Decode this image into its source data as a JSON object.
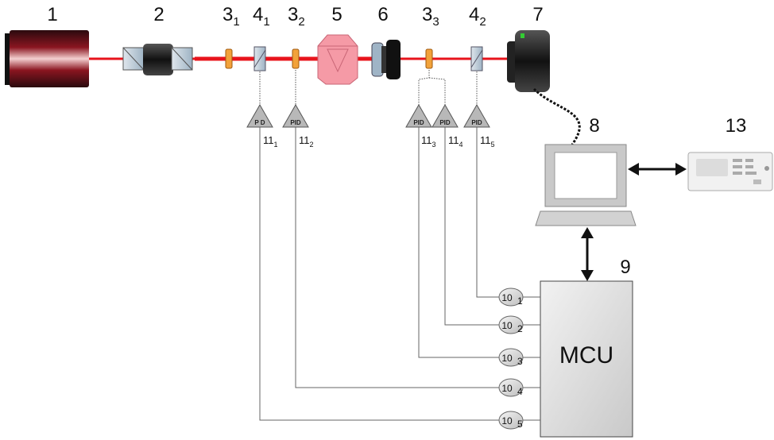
{
  "labels": {
    "laser": "1",
    "isolator": "2",
    "waveplate1_main": "3",
    "waveplate1_sub": "1",
    "polarizer1_main": "4",
    "polarizer1_sub": "1",
    "waveplate2_main": "3",
    "waveplate2_sub": "2",
    "prism": "5",
    "lens": "6",
    "waveplate3_main": "3",
    "waveplate3_sub": "3",
    "polarizer2_main": "4",
    "polarizer2_sub": "2",
    "camera": "7",
    "computer": "8",
    "mcu_number": "9",
    "instrument": "13"
  },
  "detectors": {
    "d1_text": "P D",
    "d1_main": "11",
    "d1_sub": "1",
    "d2_text": "PID",
    "d2_main": "11",
    "d2_sub": "2",
    "d3_text": "PID",
    "d3_main": "11",
    "d3_sub": "3",
    "d4_text": "PID",
    "d4_main": "11",
    "d4_sub": "4",
    "d5_text": "PID",
    "d5_main": "11",
    "d5_sub": "5"
  },
  "mcu": {
    "label": "MCU"
  },
  "ports": {
    "p1_main": "10",
    "p1_sub": "1",
    "p2_main": "10",
    "p2_sub": "2",
    "p3_main": "10",
    "p3_sub": "3",
    "p4_main": "10",
    "p4_sub": "4",
    "p5_main": "10",
    "p5_sub": "5"
  },
  "colors": {
    "beam": "#e8141c",
    "waveplate": "#f2a23a",
    "prism": "#f59aa6",
    "mcu_fill": "#d7d7d7",
    "detector_fill": "#b8b8b8"
  }
}
